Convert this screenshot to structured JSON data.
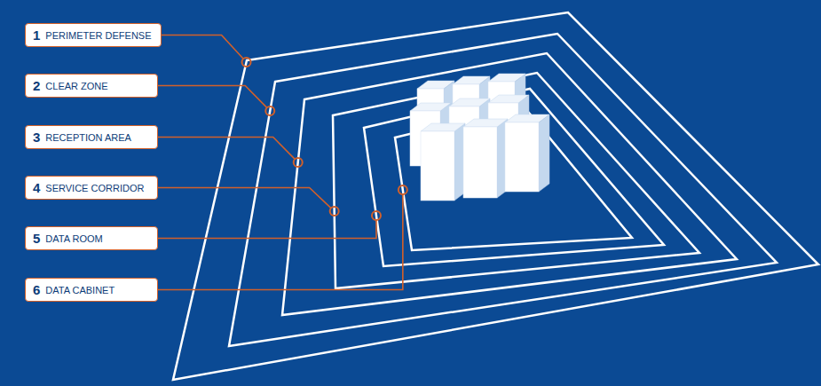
{
  "diagram": {
    "nodes": [
      {
        "text": [
          "1",
          "PERIMETER DEFENSE"
        ]
      },
      {
        "text": [
          "2",
          "CLEAR ZONE"
        ]
      },
      {
        "text": [
          "3",
          "RECEPTION AREA"
        ]
      },
      {
        "text": [
          "4",
          "SERVICE CORRIDOR"
        ]
      },
      {
        "text": [
          "5",
          "DATA ROOM"
        ]
      },
      {
        "text": [
          "6",
          "DATA CABINET"
        ]
      }
    ]
  }
}
